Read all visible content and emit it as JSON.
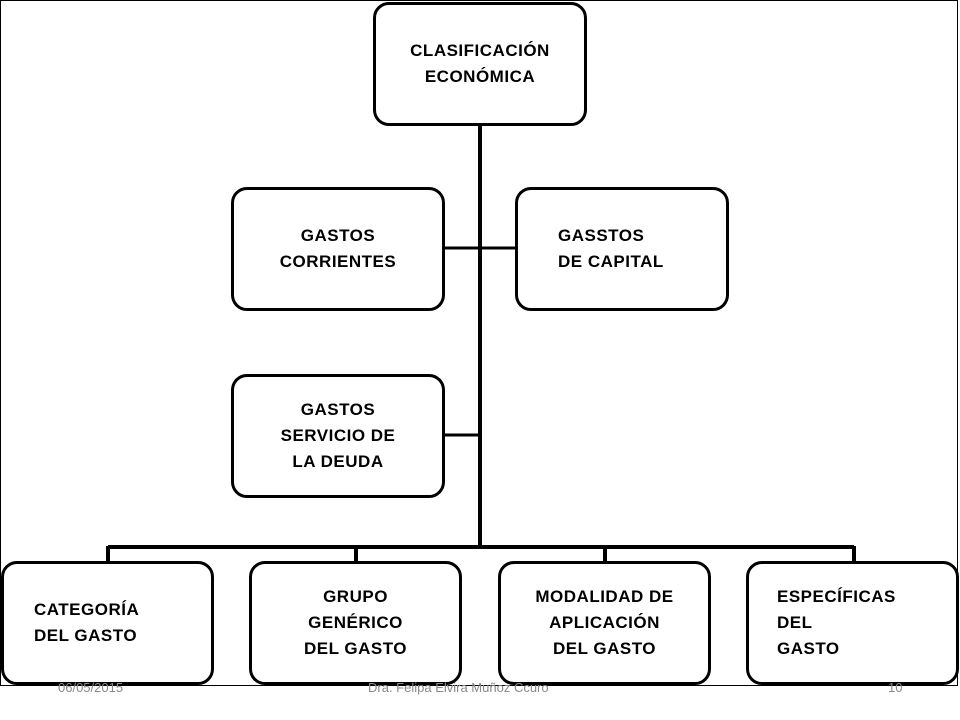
{
  "diagram": {
    "root": "CLASIFICACIÓN\nECONÓMICA",
    "branch_left": "GASTOS\nCORRIENTES",
    "branch_right": "GASSTOS\n DE CAPITAL",
    "branch_debt": "GASTOS\nSERVICIO DE\nLA DEUDA",
    "leaves": [
      "CATEGORÍA\n DEL GASTO",
      "GRUPO\nGENÉRICO\nDEL GASTO",
      "MODALIDAD DE\nAPLICACIÓN\nDEL GASTO",
      "ESPECÍFICAS\n DEL\n GASTO"
    ]
  },
  "footer": {
    "date": "06/05/2015",
    "author": "Dra. Felipa  Elvira Muñoz Ccuro",
    "page": "10"
  }
}
